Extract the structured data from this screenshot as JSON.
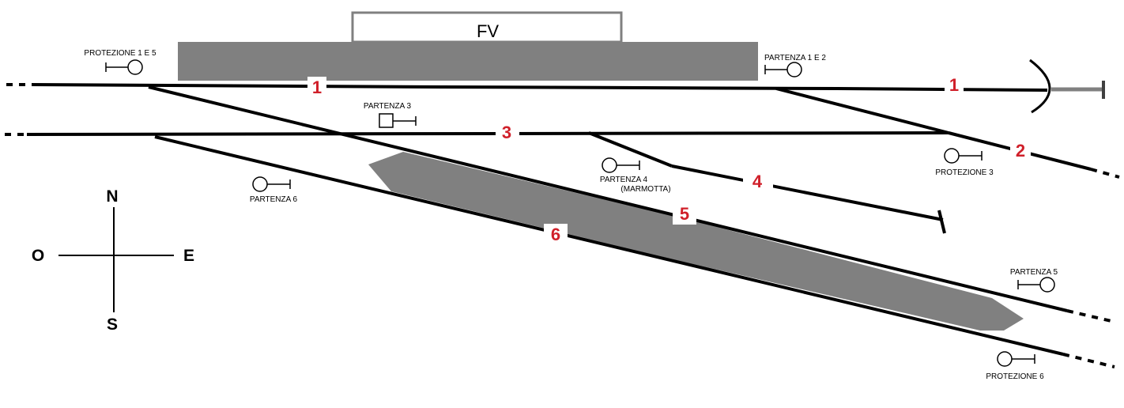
{
  "station_building": {
    "label": "FV"
  },
  "track_numbers": {
    "t1_west": "1",
    "t1_east": "1",
    "t2": "2",
    "t3": "3",
    "t4": "4",
    "t5": "5",
    "t6": "6"
  },
  "signals": {
    "protezione_1_5": "PROTEZIONE 1 E 5",
    "partenza_1_2": "PARTENZA 1 E 2",
    "partenza_3": "PARTENZA 3",
    "partenza_4_line1": "PARTENZA 4",
    "partenza_4_line2": "(MARMOTTA)",
    "partenza_6": "PARTENZA 6",
    "protezione_3": "PROTEZIONE 3",
    "partenza_5": "PARTENZA 5",
    "protezione_6": "PROTEZIONE 6"
  },
  "compass": {
    "north": "N",
    "south": "S",
    "east": "E",
    "west": "O"
  },
  "colors": {
    "platform": "#808080",
    "track_number": "#d0202a",
    "building_border": "#808080"
  }
}
